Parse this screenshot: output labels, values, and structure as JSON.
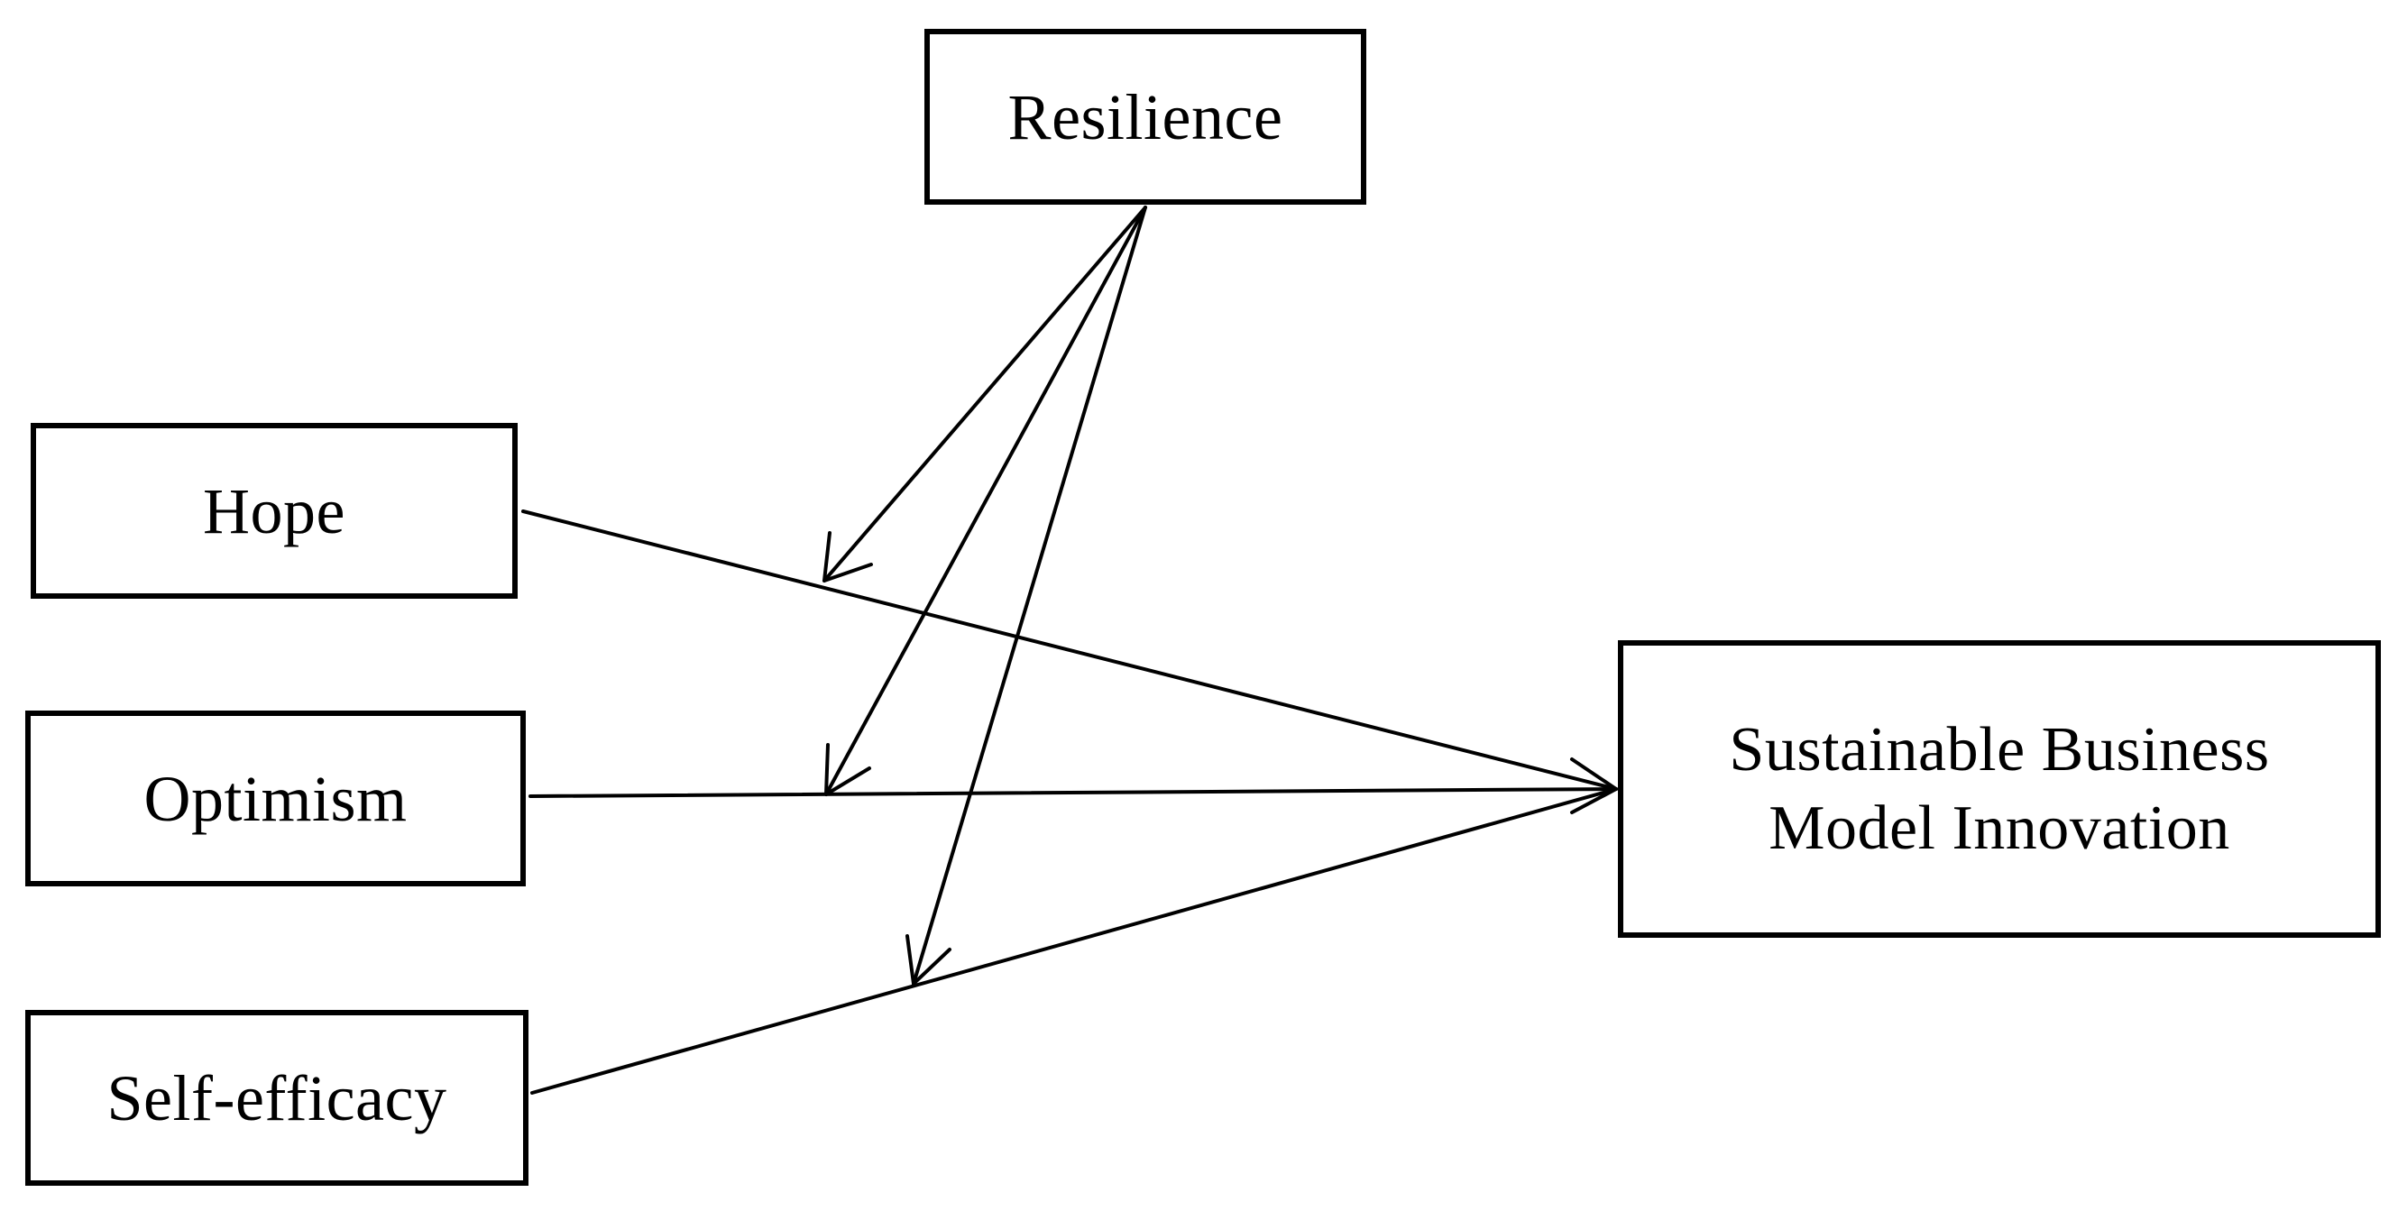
{
  "nodes": {
    "resilience": {
      "label": "Resilience"
    },
    "hope": {
      "label": "Hope"
    },
    "optimism": {
      "label": "Optimism"
    },
    "self_efficacy": {
      "label": "Self-efficacy"
    },
    "outcome": {
      "label": "Sustainable Business Model Innovation"
    }
  },
  "edges": [
    {
      "from": "Hope",
      "to": "Sustainable Business Model Innovation",
      "kind": "direct effect"
    },
    {
      "from": "Optimism",
      "to": "Sustainable Business Model Innovation",
      "kind": "direct effect"
    },
    {
      "from": "Self-efficacy",
      "to": "Sustainable Business Model Innovation",
      "kind": "direct effect"
    },
    {
      "from": "Resilience",
      "to": "Hope → Sustainable Business Model Innovation",
      "kind": "moderation"
    },
    {
      "from": "Resilience",
      "to": "Optimism → Sustainable Business Model Innovation",
      "kind": "moderation"
    },
    {
      "from": "Resilience",
      "to": "Self-efficacy → Sustainable Business Model Innovation",
      "kind": "moderation"
    }
  ],
  "colors": {
    "line": "#000000",
    "box_border": "#000000",
    "background": "#ffffff"
  }
}
